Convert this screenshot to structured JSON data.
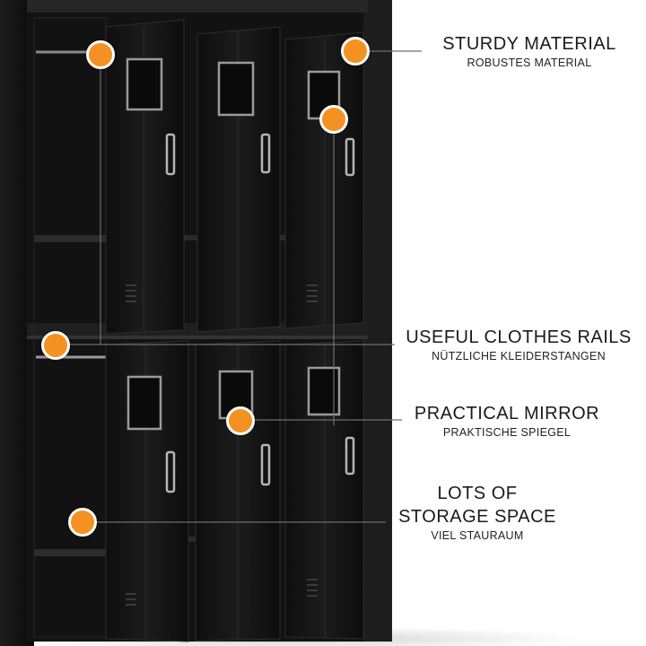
{
  "features": [
    {
      "id": "material",
      "title": "STURDY MATERIAL",
      "subtitle": "ROBUSTES MATERIAL"
    },
    {
      "id": "rails",
      "title": "USEFUL CLOTHES RAILS",
      "subtitle": "NÜTZLICHE KLEIDERSTANGEN"
    },
    {
      "id": "mirror",
      "title": "PRACTICAL MIRROR",
      "subtitle": "PRAKTISCHE SPIEGEL"
    },
    {
      "id": "storage",
      "title_line1": "LOTS OF",
      "title_line2": "STORAGE SPACE",
      "subtitle": "VIEL STAURAUM"
    }
  ],
  "colors": {
    "accent": "#f39222",
    "cabinet": "#141414",
    "cabinet_edge": "#2a2a2a",
    "leader_line": "#6e6e6e"
  }
}
